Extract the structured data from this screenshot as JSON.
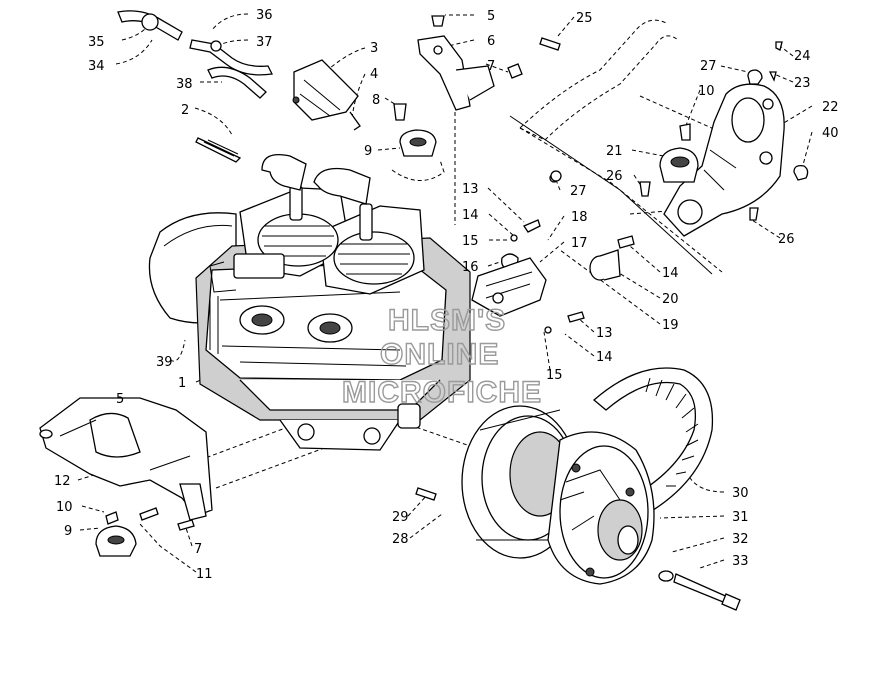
{
  "watermark": [
    "HLSM'S",
    "ONLINE",
    "MICROFICHE"
  ],
  "callouts": {
    "c1": "1",
    "c2": "2",
    "c3": "3",
    "c4": "4",
    "c5a": "5",
    "c5b": "5",
    "c6": "6",
    "c7a": "7",
    "c7b": "7",
    "c8": "8",
    "c9a": "9",
    "c9b": "9",
    "c10a": "10",
    "c10b": "10",
    "c11": "11",
    "c12": "12",
    "c13a": "13",
    "c13b": "13",
    "c14a": "14",
    "c14b": "14",
    "c14c": "14",
    "c15a": "15",
    "c15b": "15",
    "c16": "16",
    "c17": "17",
    "c18": "18",
    "c19": "19",
    "c20": "20",
    "c21": "21",
    "c22": "22",
    "c23": "23",
    "c24": "24",
    "c25": "25",
    "c26a": "26",
    "c26b": "26",
    "c27a": "27",
    "c27b": "27",
    "c28": "28",
    "c29": "29",
    "c30": "30",
    "c31": "31",
    "c32": "32",
    "c33": "33",
    "c34": "34",
    "c35": "35",
    "c36": "36",
    "c37": "37",
    "c38": "38",
    "c39": "39",
    "c40": "40"
  }
}
